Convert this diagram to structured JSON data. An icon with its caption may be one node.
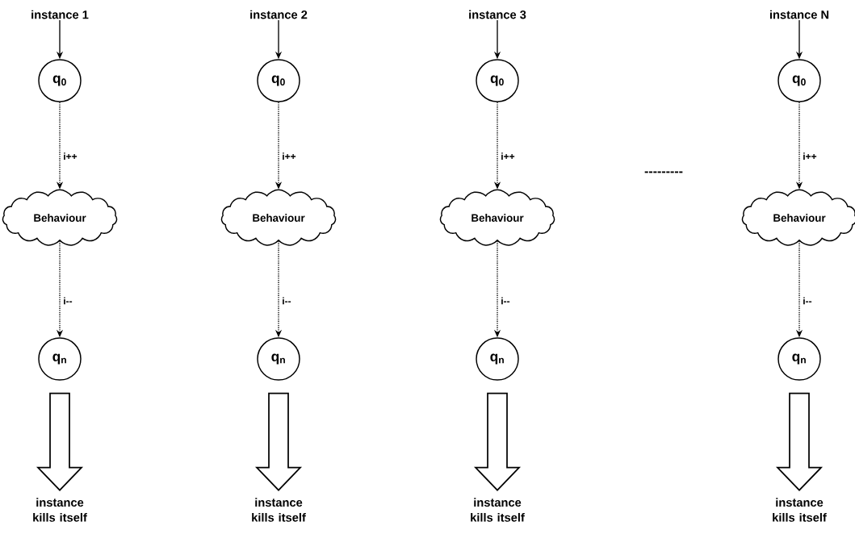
{
  "diagram": {
    "nodes": [
      {
        "text": [
          "instance 1"
        ]
      },
      {
        "text": [
          "q$_{0}$"
        ]
      },
      {
        "text": [
          "Behaviour"
        ]
      },
      {
        "text": [
          "q$_{n}$"
        ]
      },
      {
        "text": [
          "instance kills itself"
        ]
      },
      {
        "text": [
          "instance 2"
        ]
      },
      {
        "text": [
          "q$_{0}$"
        ]
      },
      {
        "text": [
          "Behaviour"
        ]
      },
      {
        "text": [
          "q$_{n}$"
        ]
      },
      {
        "text": [
          "instance kills itself"
        ]
      },
      {
        "text": [
          "instance 3"
        ]
      },
      {
        "text": [
          "q$_{0}$"
        ]
      },
      {
        "text": [
          "Behaviour"
        ]
      },
      {
        "text": [
          "q$_{n}$"
        ]
      },
      {
        "text": [
          "instance kills itself"
        ]
      },
      {
        "text": [
          "instance N"
        ]
      },
      {
        "text": [
          "q$_{0}$"
        ]
      },
      {
        "text": [
          "Behaviour"
        ]
      },
      {
        "text": [
          "q$_{n}$"
        ]
      },
      {
        "text": [
          "instance kills itself"
        ]
      }
    ],
    "edges": [
      {
        "from": 0,
        "to": 1,
        "arrow": "to"
      },
      {
        "from": 1,
        "to": 2,
        "arrow": "to",
        "label": "i++",
        "style": "dashed"
      },
      {
        "from": 2,
        "to": 3,
        "arrow": "to",
        "label": "i--",
        "style": "dashed"
      },
      {
        "from": 3,
        "to": 4,
        "arrow": "to",
        "style": "thick"
      },
      {
        "from": 5,
        "to": 6,
        "arrow": "to"
      },
      {
        "from": 6,
        "to": 7,
        "arrow": "to",
        "label": "i++",
        "style": "dashed"
      },
      {
        "from": 7,
        "to": 8,
        "arrow": "to",
        "label": "i--",
        "style": "dashed"
      },
      {
        "from": 8,
        "to": 9,
        "arrow": "to",
        "style": "thick"
      },
      {
        "from": 10,
        "to": 11,
        "arrow": "to"
      },
      {
        "from": 11,
        "to": 12,
        "arrow": "to",
        "label": "i++",
        "style": "dashed"
      },
      {
        "from": 12,
        "to": 13,
        "arrow": "to",
        "label": "i--",
        "style": "dashed"
      },
      {
        "from": 13,
        "to": 14,
        "arrow": "to",
        "style": "thick"
      },
      {
        "from": 15,
        "to": 16,
        "arrow": "to"
      },
      {
        "from": 16,
        "to": 17,
        "arrow": "to",
        "label": "i++",
        "style": "dashed"
      },
      {
        "from": 17,
        "to": 18,
        "arrow": "to",
        "label": "i--",
        "style": "dashed"
      },
      {
        "from": 18,
        "to": 19,
        "arrow": "to",
        "style": "thick"
      }
    ],
    "labels": [
      "---------"
    ]
  }
}
